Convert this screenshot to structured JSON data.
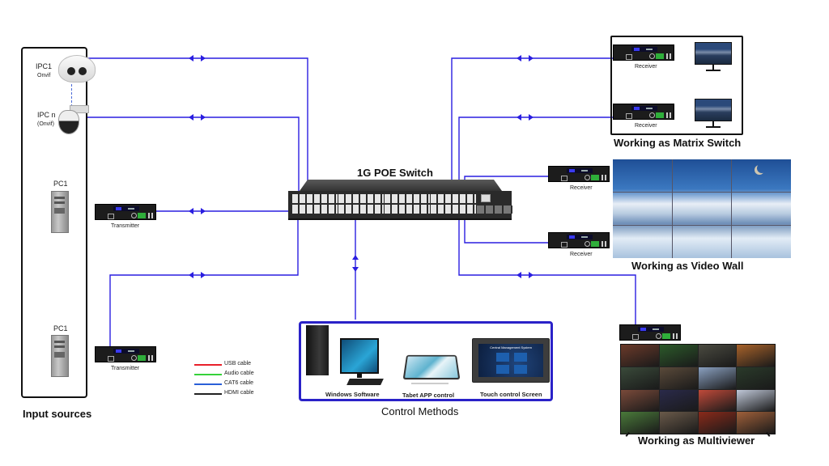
{
  "diagram": {
    "switch": {
      "title": "1G POE Switch"
    },
    "input_sources": {
      "title": "Input sources",
      "items": [
        {
          "label": "IPC1",
          "sublabel": "Onvif",
          "type": "dome-camera"
        },
        {
          "label": "IPC n",
          "sublabel": "(Onvif)",
          "type": "ptz-camera"
        },
        {
          "label": "PC1",
          "type": "pc"
        },
        {
          "label": "PC1",
          "type": "pc"
        }
      ],
      "transmitters": [
        {
          "label": "Transmitter"
        },
        {
          "label": "Transmitter"
        }
      ]
    },
    "matrix_switch": {
      "title": "Working as Matrix Switch",
      "receivers": [
        {
          "label": "Receiver"
        },
        {
          "label": "Receiver"
        }
      ]
    },
    "video_wall": {
      "title": "Working as Video Wall",
      "receivers": [
        {
          "label": "Receiver"
        },
        {
          "label": "Receiver"
        }
      ],
      "grid": "3x3"
    },
    "multiviewer": {
      "title": "Working as Multiviewer",
      "grid": "4x4"
    },
    "control_methods": {
      "title": "Control Methods",
      "items": [
        {
          "label": "Windows Software"
        },
        {
          "label": "Tabet APP control"
        },
        {
          "label": "Touch control Screen",
          "screen_title": "Central Management System"
        }
      ]
    },
    "legend": [
      {
        "label": "USB cable",
        "color": "#e8202a"
      },
      {
        "label": "Audio cable",
        "color": "#35d23a"
      },
      {
        "label": "CAT6 cable",
        "color": "#2a5fd8"
      },
      {
        "label": "HDMI cable",
        "color": "#222222"
      }
    ],
    "colors": {
      "connection": "#2a1ee0",
      "control_border": "#2a22c8"
    },
    "multiviewer_tile_colors": [
      "#6b3a2a",
      "#2c5a2a",
      "#4a4a40",
      "#a8622a",
      "#3a4a3a",
      "#5a4a3a",
      "#8aa0c0",
      "#2a3a2a",
      "#7a4a3a",
      "#2a2a4a",
      "#c04a3a",
      "#c0c8d8",
      "#4a7a3a",
      "#6a5a4a",
      "#8a2a1a",
      "#a0603a"
    ]
  }
}
